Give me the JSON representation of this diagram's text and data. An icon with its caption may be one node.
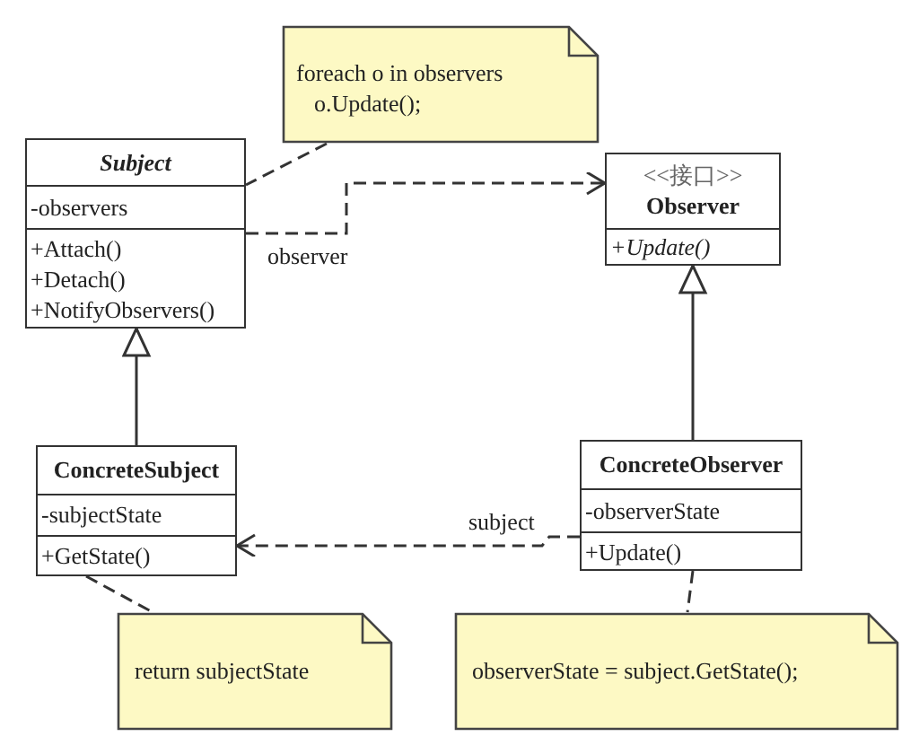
{
  "diagram": {
    "nodes": [
      {
        "text": [
          "foreach o in observers o.Update();"
        ]
      },
      {
        "text": [
          "Subject",
          "-observers",
          "+Attach()",
          "+Detach()",
          "+NotifyObservers()"
        ]
      },
      {
        "text": [
          "<<接口>>",
          "Observer",
          "+Update()"
        ]
      },
      {
        "text": [
          "ConcreteSubject",
          "-subjectState",
          "+GetState()"
        ]
      },
      {
        "text": [
          "ConcreteObserver",
          "-observerState",
          "+Update()"
        ]
      },
      {
        "text": [
          "return subjectState"
        ]
      },
      {
        "text": [
          "observerState = subject.GetState();"
        ]
      }
    ],
    "edges": [
      {
        "from": 0,
        "to": 1,
        "arrow": "none",
        "style": "dashed"
      },
      {
        "from": 1,
        "to": 2,
        "arrow": "to",
        "style": "dashed",
        "label": "observer"
      },
      {
        "from": 3,
        "to": 1,
        "arrow": "to"
      },
      {
        "from": 4,
        "to": 2,
        "arrow": "to"
      },
      {
        "from": 4,
        "to": 3,
        "arrow": "to",
        "style": "dashed",
        "label": "subject"
      },
      {
        "from": 3,
        "to": 5,
        "arrow": "none",
        "style": "dashed"
      },
      {
        "from": 4,
        "to": 6,
        "arrow": "none",
        "style": "dashed"
      }
    ]
  }
}
